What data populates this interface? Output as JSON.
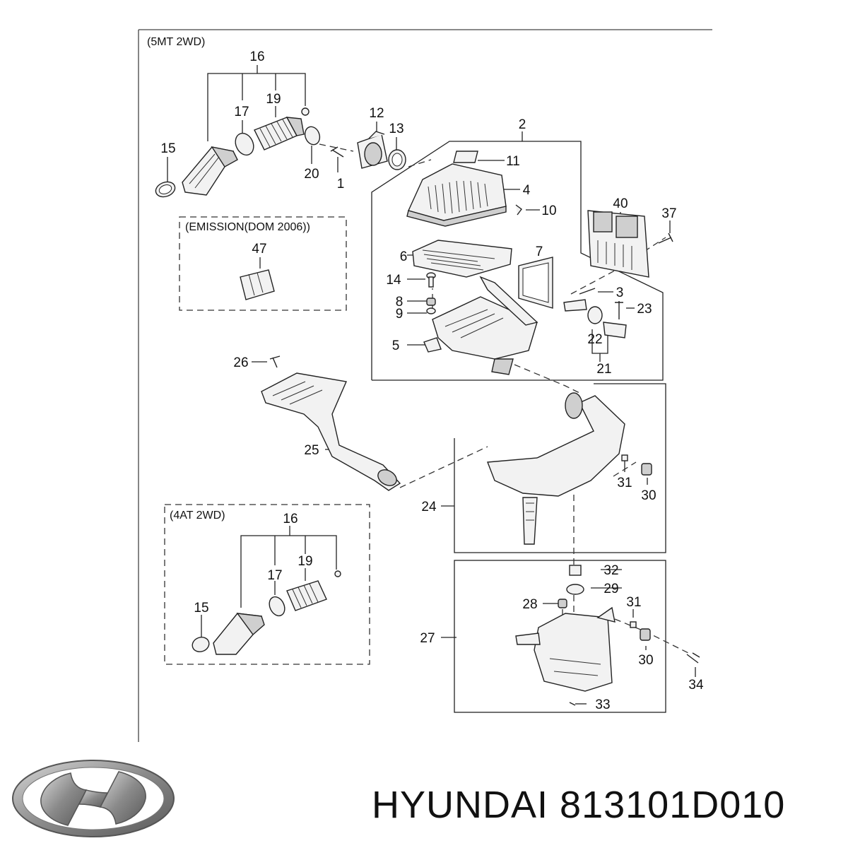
{
  "sections": {
    "mt_2wd": "(5MT 2WD)",
    "emission": "(EMISSION(DOM 2006))",
    "at_2wd": "(4AT 2WD)"
  },
  "callouts": {
    "p16a": "16",
    "p17a": "17",
    "p19a": "19",
    "p15a": "15",
    "p20": "20",
    "p1": "1",
    "p12": "12",
    "p13": "13",
    "p2": "2",
    "p11": "11",
    "p4": "4",
    "p10": "10",
    "p40": "40",
    "p37": "37",
    "p47": "47",
    "p6": "6",
    "p7": "7",
    "p14": "14",
    "p8": "8",
    "p9": "9",
    "p3": "3",
    "p23": "23",
    "p5": "5",
    "p22": "22",
    "p21": "21",
    "p26": "26",
    "p25": "25",
    "p24": "24",
    "p31a": "31",
    "p30a": "30",
    "p16b": "16",
    "p17b": "17",
    "p19b": "19",
    "p15b": "15",
    "p32": "32",
    "p29": "29",
    "p28": "28",
    "p31b": "31",
    "p27": "27",
    "p30b": "30",
    "p34": "34",
    "p33": "33"
  },
  "caption": {
    "brand": "HYUNDAI",
    "part_number": "813101D010"
  },
  "logo": {
    "icon": "hyundai-logo",
    "color": "#8a8a8a"
  }
}
